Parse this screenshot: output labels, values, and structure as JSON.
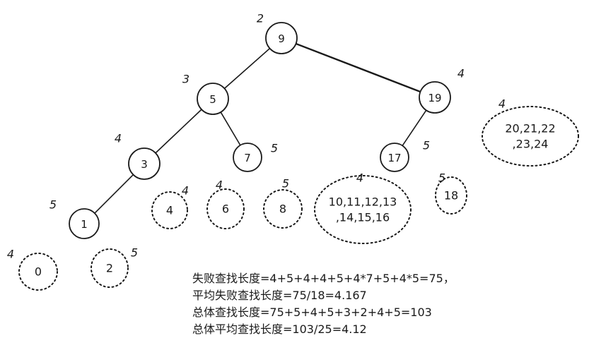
{
  "tree": {
    "internal_nodes": [
      {
        "id": "n9",
        "label": "9",
        "depth_label": "2"
      },
      {
        "id": "n5",
        "label": "5",
        "depth_label": "3"
      },
      {
        "id": "n19",
        "label": "19",
        "depth_label": "4"
      },
      {
        "id": "n3",
        "label": "3",
        "depth_label": "4"
      },
      {
        "id": "n7",
        "label": "7",
        "depth_label": "5"
      },
      {
        "id": "n17",
        "label": "17",
        "depth_label": "5"
      },
      {
        "id": "n1",
        "label": "1",
        "depth_label": "5"
      }
    ],
    "failure_nodes": [
      {
        "id": "f0",
        "label": "0",
        "depth_label": "4"
      },
      {
        "id": "f2",
        "label": "2",
        "depth_label": "5"
      },
      {
        "id": "f4",
        "label": "4",
        "depth_label": "4"
      },
      {
        "id": "f6",
        "label": "6",
        "depth_label": "4"
      },
      {
        "id": "f8",
        "label": "8",
        "depth_label": "5"
      },
      {
        "id": "f10",
        "label_lines": [
          "10,11,12,13",
          ",14,15,16"
        ],
        "depth_label": "4"
      },
      {
        "id": "f18",
        "label": "18",
        "depth_label": "5"
      },
      {
        "id": "f20",
        "label_lines": [
          "20,21,22",
          ",23,24"
        ],
        "depth_label": "4"
      }
    ],
    "edges": [
      [
        "n9",
        "n5"
      ],
      [
        "n9",
        "n19"
      ],
      [
        "n5",
        "n3"
      ],
      [
        "n5",
        "n7"
      ],
      [
        "n19",
        "n17"
      ],
      [
        "n3",
        "n1"
      ]
    ]
  },
  "summary": {
    "line1": "失败查找长度=4+5+4+4+5+4*7+5+4*5=75，",
    "line2": "平均失败查找长度=75/18=4.167",
    "line3": "总体查找长度=75+5+4+5+3+2+4+5=103",
    "line4": "总体平均查找长度=103/25=4.12"
  }
}
